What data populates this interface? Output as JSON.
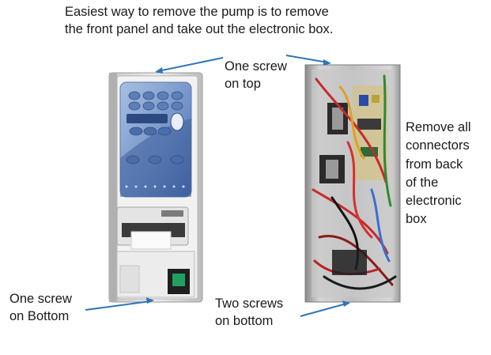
{
  "heading": {
    "line1": "Easiest way to remove the pump is to remove",
    "line2": "the front panel and take out the electronic box."
  },
  "callouts": {
    "screw_top": [
      "One screw",
      "on top"
    ],
    "connectors": [
      "Remove all",
      "connectors",
      "from back",
      "of the",
      "electronic",
      "box"
    ],
    "screw_bottom": [
      "One screw",
      "on Bottom"
    ],
    "two_screws": [
      "Two screws",
      "on bottom"
    ]
  },
  "colors": {
    "arrow": "#2e75b6",
    "panel_blue": "#6f90c6",
    "switch_green": "#20a060"
  }
}
